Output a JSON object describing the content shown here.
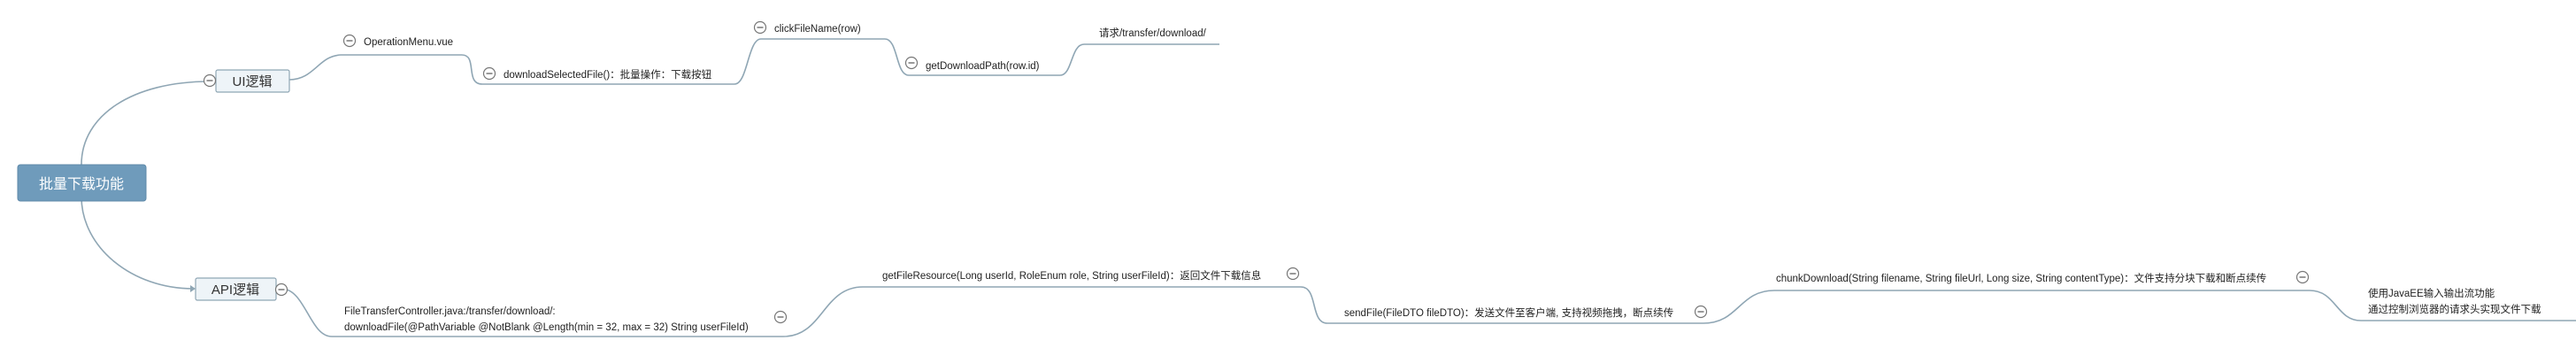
{
  "colors": {
    "root_fill": "#6f9bbb",
    "box_fill": "#eef4f8",
    "box_stroke": "#8fa6b4",
    "line": "#8fa6b4"
  },
  "mindmap": {
    "root": {
      "label": "批量下载功能"
    },
    "ui_branch": {
      "label": "UI逻辑",
      "operation_menu": "OperationMenu.vue",
      "download_selected": "downloadSelectedFile()：批量操作：下载按钮",
      "click_file_name": "clickFileName(row)",
      "get_download_path": "getDownloadPath(row.id)",
      "request_path": "请求/transfer/download/"
    },
    "api_branch": {
      "label": "API逻辑",
      "controller_line1": "FileTransferController.java:/transfer/download/:",
      "controller_line2": "downloadFile(@PathVariable @NotBlank @Length(min = 32, max = 32) String userFileId)",
      "get_file_resource": "getFileResource(Long userId, RoleEnum role, String userFileId)：返回文件下载信息",
      "send_file": "sendFile(FileDTO fileDTO)：发送文件至客户端, 支持视频拖拽，断点续传",
      "chunk_download": "chunkDownload(String filename, String fileUrl, Long size, String contentType)：文件支持分块下载和断点续传",
      "javaee_line1": "使用JavaEE输入输出流功能",
      "javaee_line2": "通过控制浏览器的请求头实现文件下载"
    }
  }
}
